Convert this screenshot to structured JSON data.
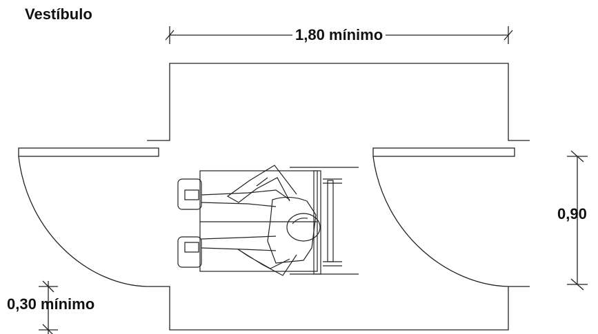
{
  "title": "Vestíbulo",
  "dimensions": {
    "vestibule_width": "1,80 mínimo",
    "door_width": "0,90",
    "side_clearance": "0,30 mínimo"
  }
}
